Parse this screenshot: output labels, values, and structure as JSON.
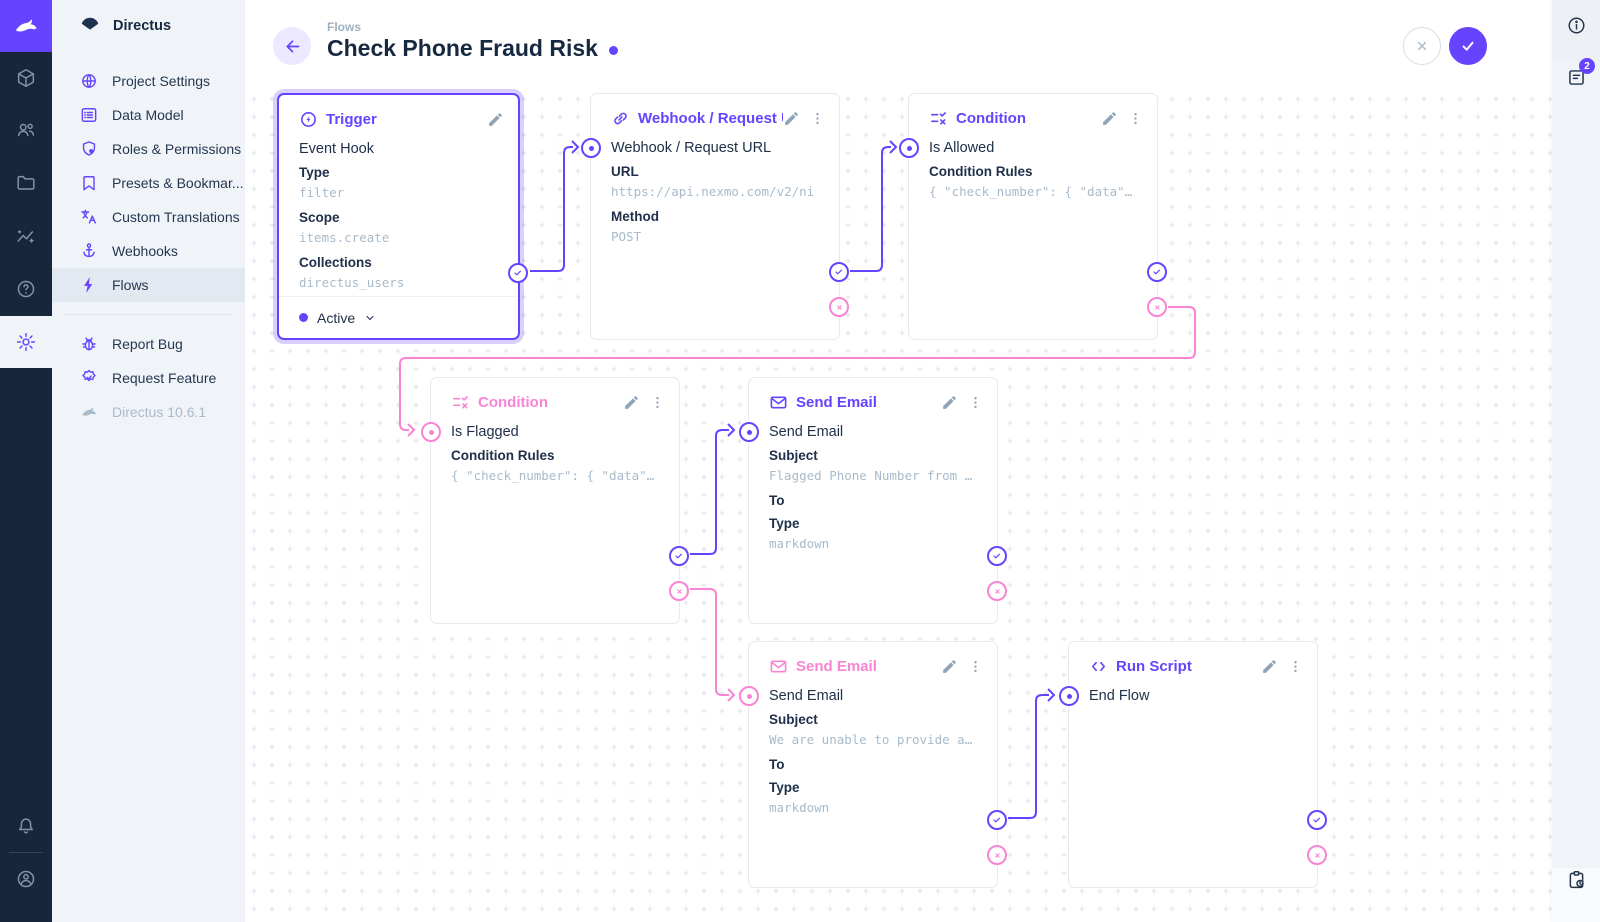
{
  "colors": {
    "accent": "#6644ff",
    "reject": "#f884d3",
    "rail_bg": "#18263b",
    "sidebar_bg": "#f0f4f9",
    "active_item_bg": "#e3e9f1",
    "text_dark": "#172940",
    "card_border": "#e4eaf1",
    "grid_dot": "#e3e6eb"
  },
  "sidebar": {
    "project_name": "Directus",
    "items": [
      {
        "label": "Project Settings",
        "icon": "globe-icon"
      },
      {
        "label": "Data Model",
        "icon": "data-model-icon"
      },
      {
        "label": "Roles & Permissions",
        "icon": "shield-icon"
      },
      {
        "label": "Presets & Bookmar...",
        "icon": "bookmark-icon"
      },
      {
        "label": "Custom Translations",
        "icon": "translate-icon"
      },
      {
        "label": "Webhooks",
        "icon": "anchor-icon"
      },
      {
        "label": "Flows",
        "icon": "bolt-icon",
        "active": true
      }
    ],
    "footer_items": [
      {
        "label": "Report Bug",
        "icon": "bug-icon"
      },
      {
        "label": "Request Feature",
        "icon": "feature-badge-icon"
      }
    ],
    "version": "Directus 10.6.1"
  },
  "header": {
    "breadcrumb": "Flows",
    "title": "Check Phone Fraud Risk"
  },
  "right_sidebar": {
    "notification_count": "2"
  },
  "canvas": {
    "cards": [
      {
        "title": "Trigger",
        "name": "Event Hook",
        "fields": [
          {
            "label": "Type",
            "value": "filter"
          },
          {
            "label": "Scope",
            "value": "items.create"
          },
          {
            "label": "Collections",
            "value": "directus_users"
          }
        ],
        "status": "Active"
      },
      {
        "title": "Webhook / Request URL",
        "name": "Webhook / Request URL",
        "fields": [
          {
            "label": "URL",
            "value": "https://api.nexmo.com/v2/ni"
          },
          {
            "label": "Method",
            "value": "POST"
          }
        ]
      },
      {
        "title": "Condition",
        "name": "Is Allowed",
        "fields": [
          {
            "label": "Condition Rules",
            "value": "{ \"check_number\": { \"data\"…"
          }
        ]
      },
      {
        "title": "Condition",
        "name": "Is Flagged",
        "fields": [
          {
            "label": "Condition Rules",
            "value": "{ \"check_number\": { \"data\"…"
          }
        ]
      },
      {
        "title": "Send Email",
        "name": "Send Email",
        "fields": [
          {
            "label": "Subject",
            "value": "Flagged Phone Number from …"
          },
          {
            "label": "To",
            "value": ""
          },
          {
            "label": "Type",
            "value": "markdown"
          }
        ]
      },
      {
        "title": "Send Email",
        "name": "Send Email",
        "fields": [
          {
            "label": "Subject",
            "value": "We are unable to provide a…"
          },
          {
            "label": "To",
            "value": ""
          },
          {
            "label": "Type",
            "value": "markdown"
          }
        ]
      },
      {
        "title": "Run Script",
        "name": "End Flow",
        "fields": []
      }
    ]
  }
}
